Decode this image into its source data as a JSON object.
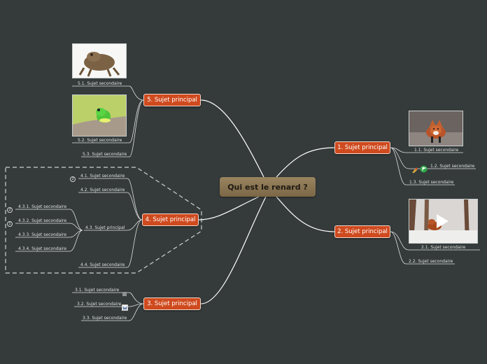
{
  "center": {
    "title": "Qui est le renard ?"
  },
  "branches": {
    "b1": {
      "label": "1. Sujet principal",
      "subs": [
        "1.1. Sujet secondaire",
        "1.2. Sujet secondaire",
        "1.3. Sujet secondaire"
      ]
    },
    "b2": {
      "label": "2. Sujet principal",
      "subs": [
        "2.1. Sujet secondaire",
        "2.2. Sujet secondaire"
      ]
    },
    "b3": {
      "label": "3. Sujet principal",
      "subs": [
        "3.1. Sujet secondaire",
        "3.2. Sujet secondaire",
        "3.3. Sujet secondaire"
      ]
    },
    "b4": {
      "label": "4. Sujet principal",
      "subs": [
        "4.1. Sujet secondaire",
        "4.2. Sujet secondaire",
        "4.3. Sujet principal",
        "4.4. Sujet secondaire"
      ],
      "subsubs": [
        "4.3.1. Sujet secondaire",
        "4.3.2. Sujet secondaire",
        "4.3.3. Sujet secondaire",
        "4.3.4. Sujet secondaire"
      ]
    },
    "b5": {
      "label": "5. Sujet principal",
      "subs": [
        "5.1. Sujet secondaire",
        "5.2. Sujet secondaire",
        "5.3. Sujet secondaire"
      ]
    }
  },
  "relation_badges": {
    "a": "2",
    "b": "2",
    "c": "1"
  },
  "colors": {
    "background": "#353b3a",
    "main_topic": "#cf4a1e",
    "central_topic": "#8a7552",
    "connector": "#ffffff"
  },
  "icons": {
    "b1_2_a": "paint-palette-icon",
    "b1_2_b": "green-flag-icon",
    "b2_1": "play-icon",
    "b3_1": "notes-icon",
    "b3_2": "word-document-icon"
  }
}
